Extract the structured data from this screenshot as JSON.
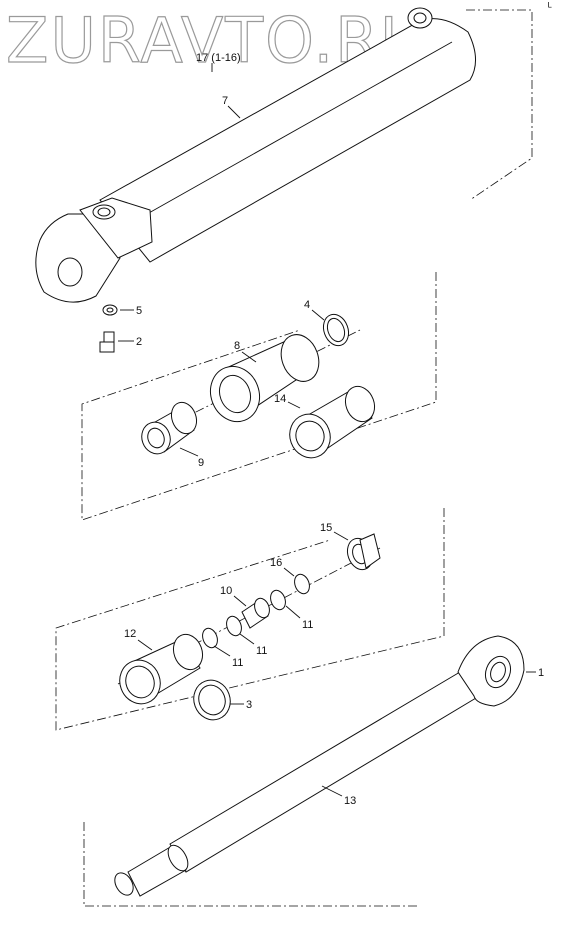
{
  "watermark": "ZURAVTO.RU",
  "corner_mark": "ᴸ",
  "labels": {
    "assembly": "17 (1-16)",
    "p7": "7",
    "p5": "5",
    "p2": "2",
    "p4": "4",
    "p8": "8",
    "p14": "14",
    "p9": "9",
    "p15": "15",
    "p16": "16",
    "p10": "10",
    "p11a": "11",
    "p12": "12",
    "p11b": "11",
    "p11c": "11",
    "p3": "3",
    "p1": "1",
    "p13": "13"
  }
}
